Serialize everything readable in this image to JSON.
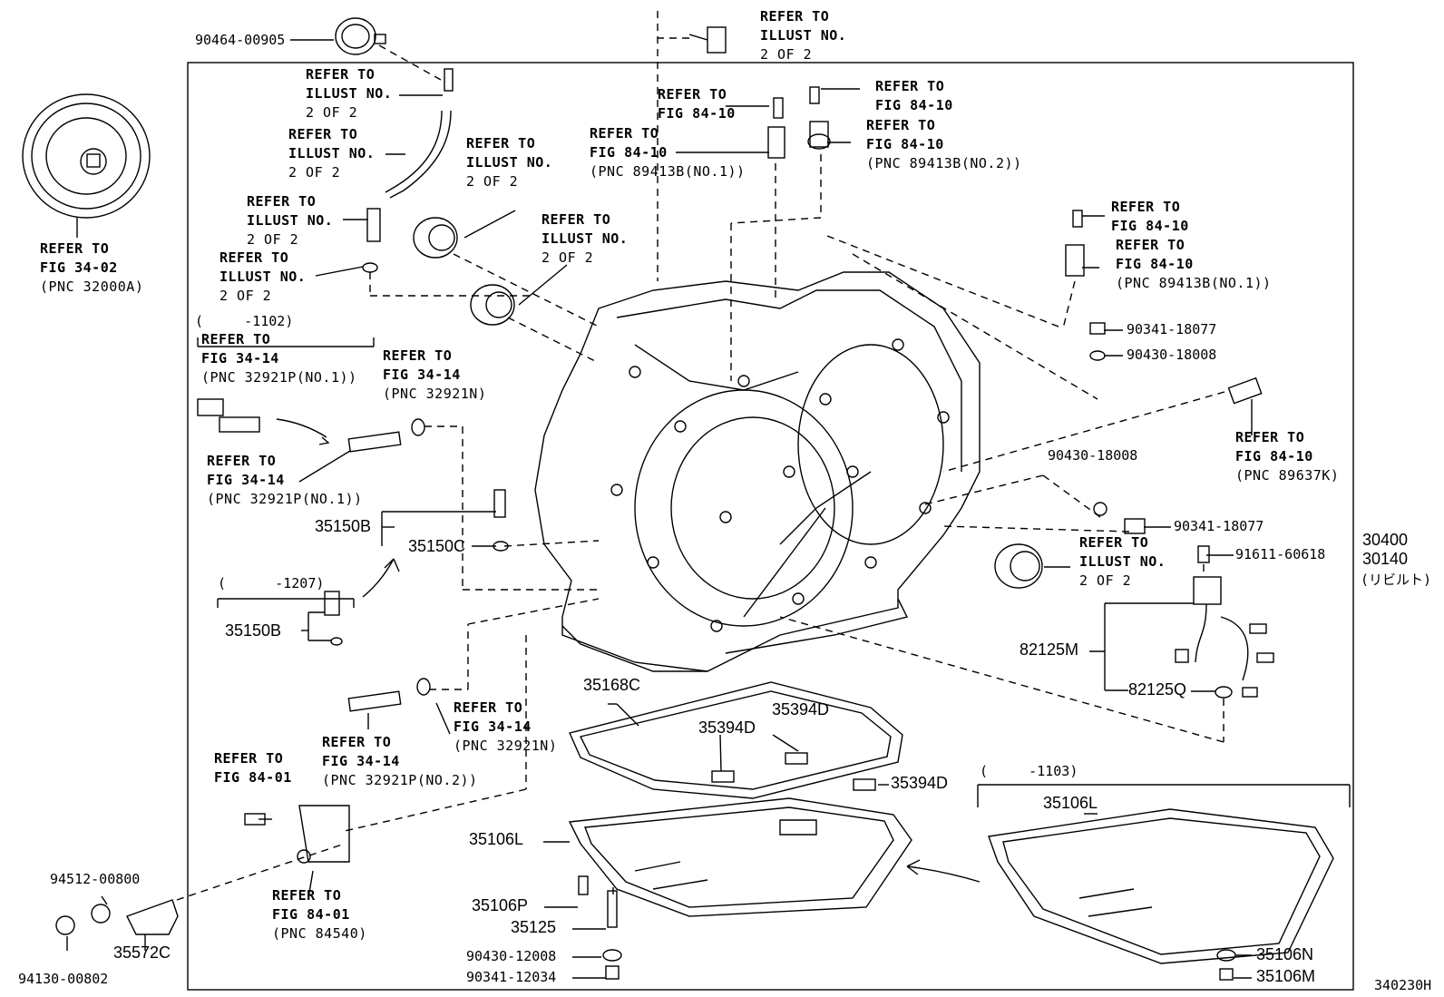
{
  "diagram_code": "340230H",
  "part_numbers": {
    "p90464_00905": "90464-00905",
    "p90341_18077_a": "90341-18077",
    "p90430_18008_a": "90430-18008",
    "p90430_18008_b": "90430-18008",
    "p90341_18077_b": "90341-18077",
    "p91611_60618": "91611-60618",
    "p30400": "30400",
    "p30140": "30140",
    "rebuilt": "(リビルト)",
    "p82125M": "82125M",
    "p82125Q": "82125Q",
    "p35150B_a": "35150B",
    "p35150C": "35150C",
    "p35150B_b": "35150B",
    "p35168C": "35168C",
    "p35394D_a": "35394D",
    "p35394D_b": "35394D",
    "p35394D_c": "35394D",
    "p35106L_a": "35106L",
    "p35106L_b": "35106L",
    "p35106P": "35106P",
    "p35125": "35125",
    "p90430_12008": "90430-12008",
    "p90341_12034": "90341-12034",
    "p35106N": "35106N",
    "p35106M": "35106M",
    "p94512_00800": "94512-00800",
    "p94130_00802": "94130-00802",
    "p35572C": "35572C"
  },
  "date_ranges": {
    "r1102": "(     -1102)",
    "r1207": "(      -1207)",
    "r1103": "(     -1103)"
  },
  "refs": {
    "ref_illust_top": [
      "REFER TO",
      "ILLUST NO.",
      "2 OF 2"
    ],
    "ref_illust_a": [
      "REFER TO",
      "ILLUST NO.",
      "2 OF 2"
    ],
    "ref_illust_b": [
      "REFER TO",
      "ILLUST NO.",
      "2 OF 2"
    ],
    "ref_illust_c": [
      "REFER TO",
      "ILLUST NO.",
      "2 OF 2"
    ],
    "ref_illust_d": [
      "REFER TO",
      "ILLUST NO.",
      "2 OF 2"
    ],
    "ref_illust_e": [
      "REFER TO",
      "ILLUST NO.",
      "2 OF 2"
    ],
    "ref_illust_f": [
      "REFER TO",
      "ILLUST NO.",
      "2 OF 2"
    ],
    "ref_illust_g": [
      "REFER TO",
      "ILLUST NO.",
      "2 OF 2"
    ],
    "ref_fig3402": [
      "REFER TO",
      "FIG 34-02",
      "(PNC 32000A)"
    ],
    "ref_fig8410_a": [
      "REFER TO",
      "FIG 84-10"
    ],
    "ref_fig8410_b": [
      "REFER TO",
      "FIG 84-10",
      "(PNC 89413B(NO.1))"
    ],
    "ref_fig8410_c": [
      "REFER TO",
      "FIG 84-10"
    ],
    "ref_fig8410_d": [
      "REFER TO",
      "FIG 84-10",
      "(PNC 89413B(NO.2))"
    ],
    "ref_fig8410_e": [
      "REFER TO",
      "FIG 84-10"
    ],
    "ref_fig8410_f": [
      "REFER TO",
      "FIG 84-10",
      "(PNC 89413B(NO.1))"
    ],
    "ref_fig8410_g": [
      "REFER TO",
      "FIG 84-10",
      "(PNC 89637K)"
    ],
    "ref_fig3414_a": [
      "REFER TO",
      "FIG 34-14",
      "(PNC 32921P(NO.1))"
    ],
    "ref_fig3414_b": [
      "REFER TO",
      "FIG 34-14",
      "(PNC 32921N)"
    ],
    "ref_fig3414_c": [
      "REFER TO",
      "FIG 34-14",
      "(PNC 32921P(NO.1))"
    ],
    "ref_fig3414_d": [
      "REFER TO",
      "FIG 34-14",
      "(PNC 32921P(NO.2))"
    ],
    "ref_fig3414_e": [
      "REFER TO",
      "FIG 34-14",
      "(PNC 32921N)"
    ],
    "ref_fig8401_a": [
      "REFER TO",
      "FIG 84-01"
    ],
    "ref_fig8401_b": [
      "REFER TO",
      "FIG 84-01",
      "(PNC 84540)"
    ]
  }
}
